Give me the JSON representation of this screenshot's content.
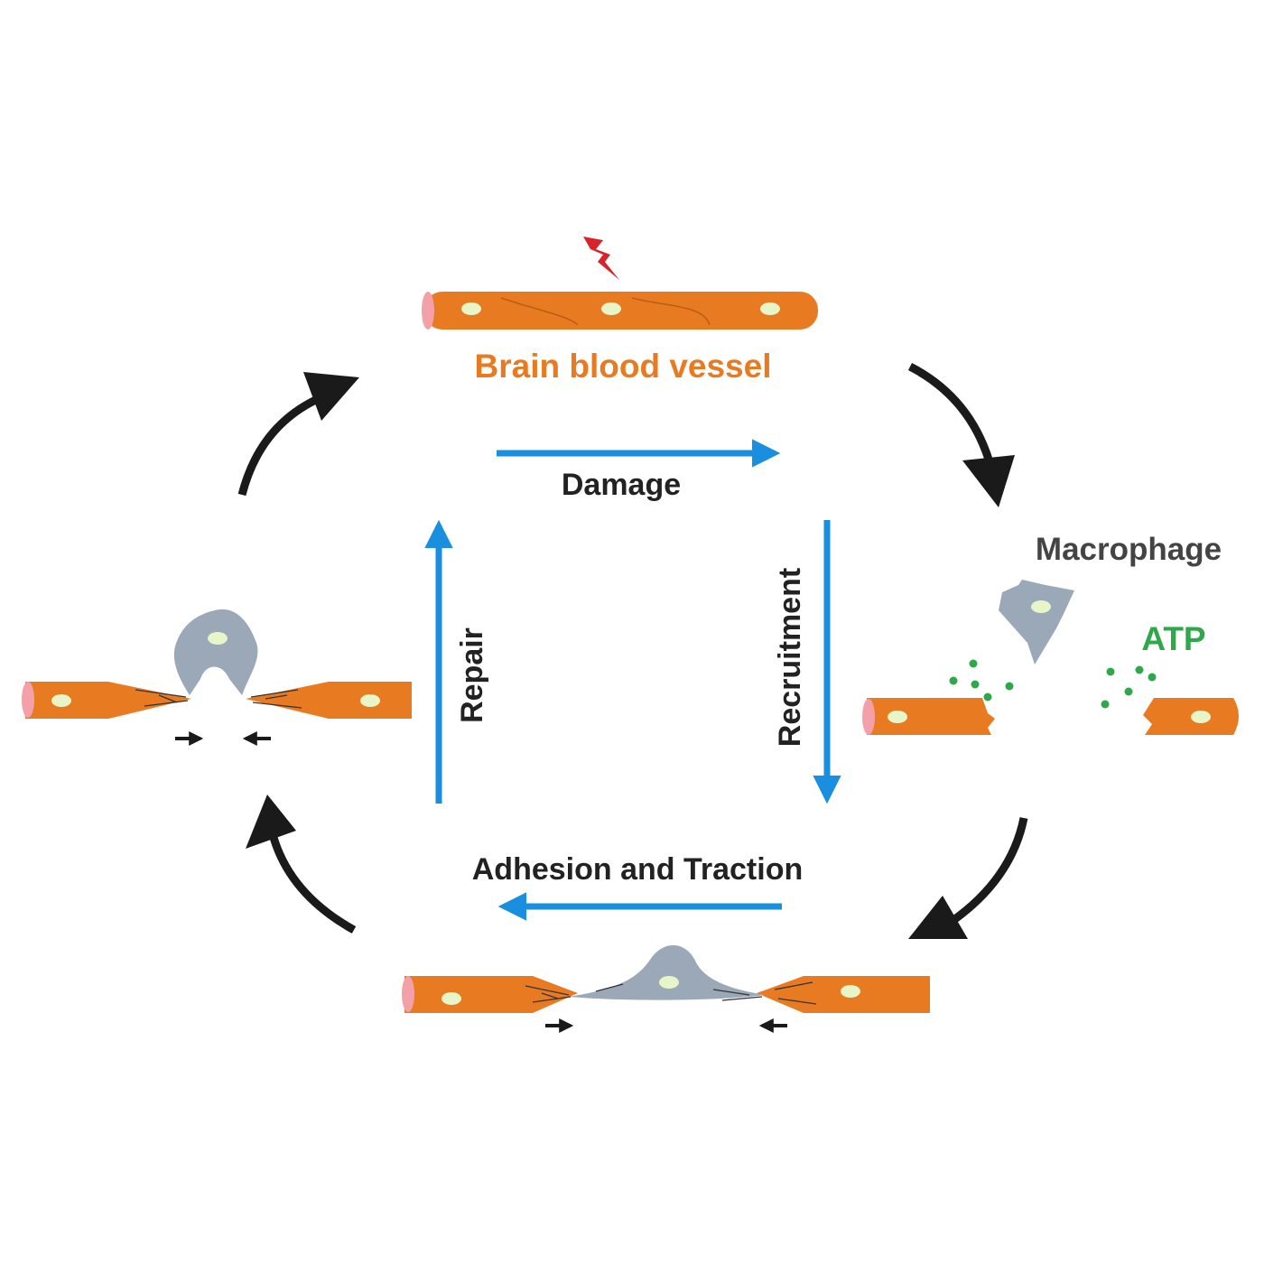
{
  "labels": {
    "vessel": "Brain blood vessel",
    "damage": "Damage",
    "recruitment": "Recruitment",
    "adhesion": "Adhesion and Traction",
    "repair": "Repair",
    "macrophage": "Macrophage",
    "atp": "ATP"
  },
  "colors": {
    "vessel": "#e87b22",
    "vessel_end": "#f4a0a8",
    "nucleus": "#e8f5c8",
    "macrophage": "#9aa8b8",
    "atp": "#2ea84a",
    "process_arrow": "#1a8fe0",
    "cycle_arrow": "#1a1a1a",
    "damage_bolt": "#d8232a",
    "text": "#222222",
    "macrophage_text": "#444444"
  }
}
